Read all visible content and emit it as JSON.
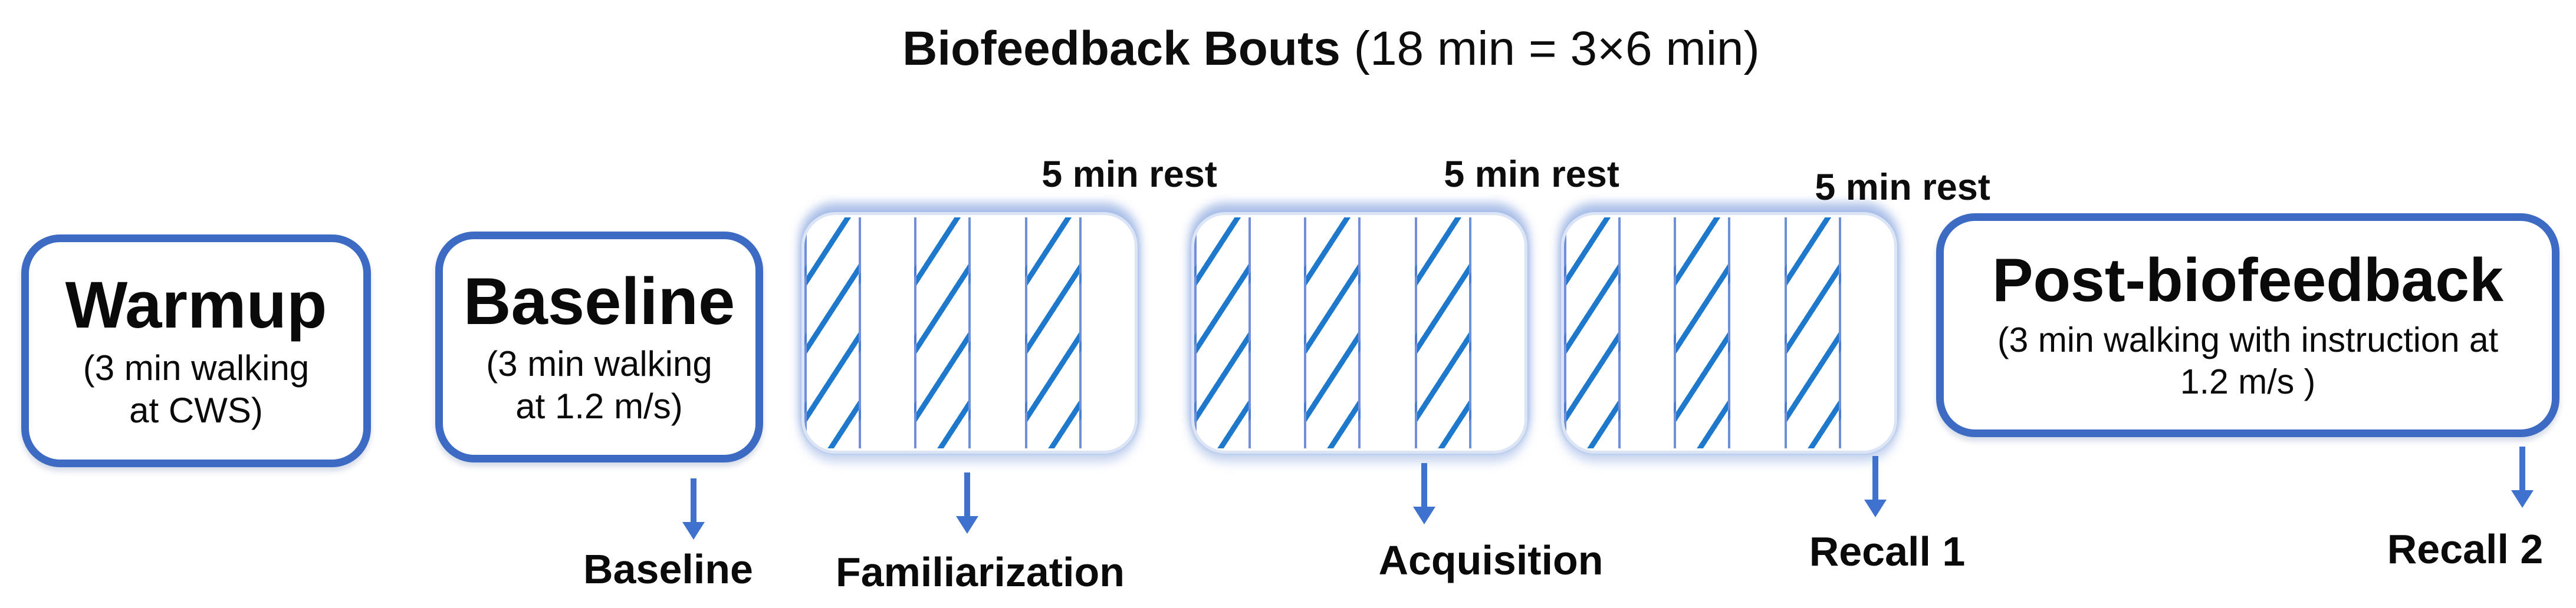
{
  "figure_title": {
    "bold": "Biofeedback Bouts",
    "detail": " (18 min = 3×6 min)"
  },
  "stages": {
    "warmup": {
      "title": "Warmup",
      "subtitle_lines": [
        "(3 min walking",
        "at CWS)"
      ]
    },
    "baseline": {
      "title": "Baseline",
      "subtitle_lines": [
        "(3 min walking",
        "at 1.2 m/s)"
      ]
    },
    "post_biofeedback": {
      "title": "Post-biofeedback",
      "subtitle_lines": [
        "(3 min walking with instruction at",
        "1.2 m/s )"
      ]
    }
  },
  "bouts": {
    "count": 3,
    "rest_labels": [
      "5 min rest",
      "5 min rest",
      "5 min rest"
    ]
  },
  "phase_labels": [
    "Baseline",
    "Familiarization",
    "Acquisition",
    "Recall 1",
    "Recall 2"
  ],
  "colors": {
    "stage_border_blue": "#3d6bc4",
    "arrow_blue": "#3f72cf",
    "hatch_blue": "#1e78cb",
    "panel_line_blue": "#567cd2",
    "bout_border_light": "#dce5f6",
    "text": "#0d0d0d"
  }
}
